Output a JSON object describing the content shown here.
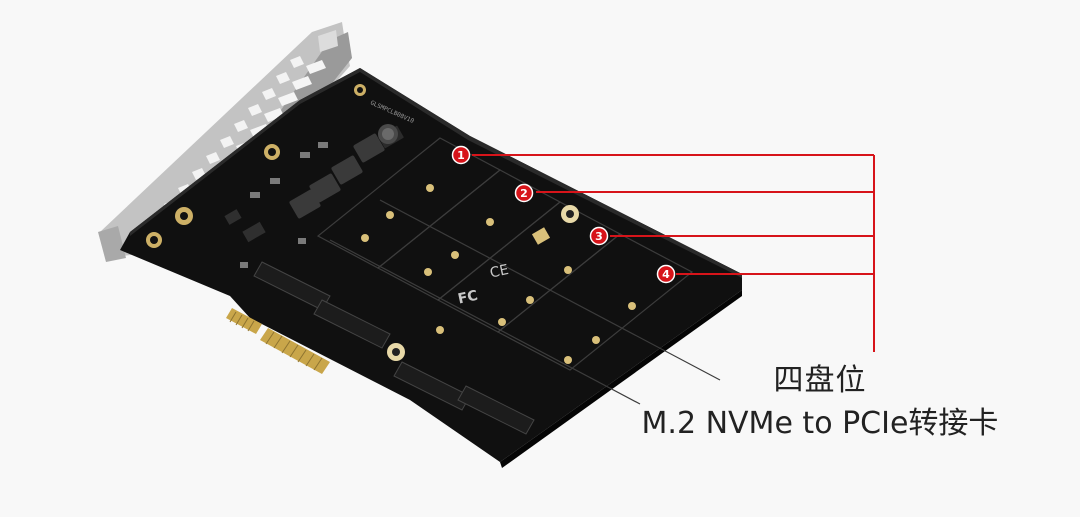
{
  "slot_markers": [
    "1",
    "2",
    "3",
    "4"
  ],
  "caption": {
    "line1": "四盘位",
    "line2": "M.2 NVMe to PCIe转接卡"
  },
  "board_print": {
    "model": "GLSMPCLB08V10",
    "ce_mark": "CE",
    "fc_mark": "FC"
  },
  "colors": {
    "background": "#f8f8f8",
    "pcb": "#141414",
    "callout": "#d7141a",
    "gold_contacts": "#c9a64a",
    "bracket": "#b8b8b8"
  }
}
